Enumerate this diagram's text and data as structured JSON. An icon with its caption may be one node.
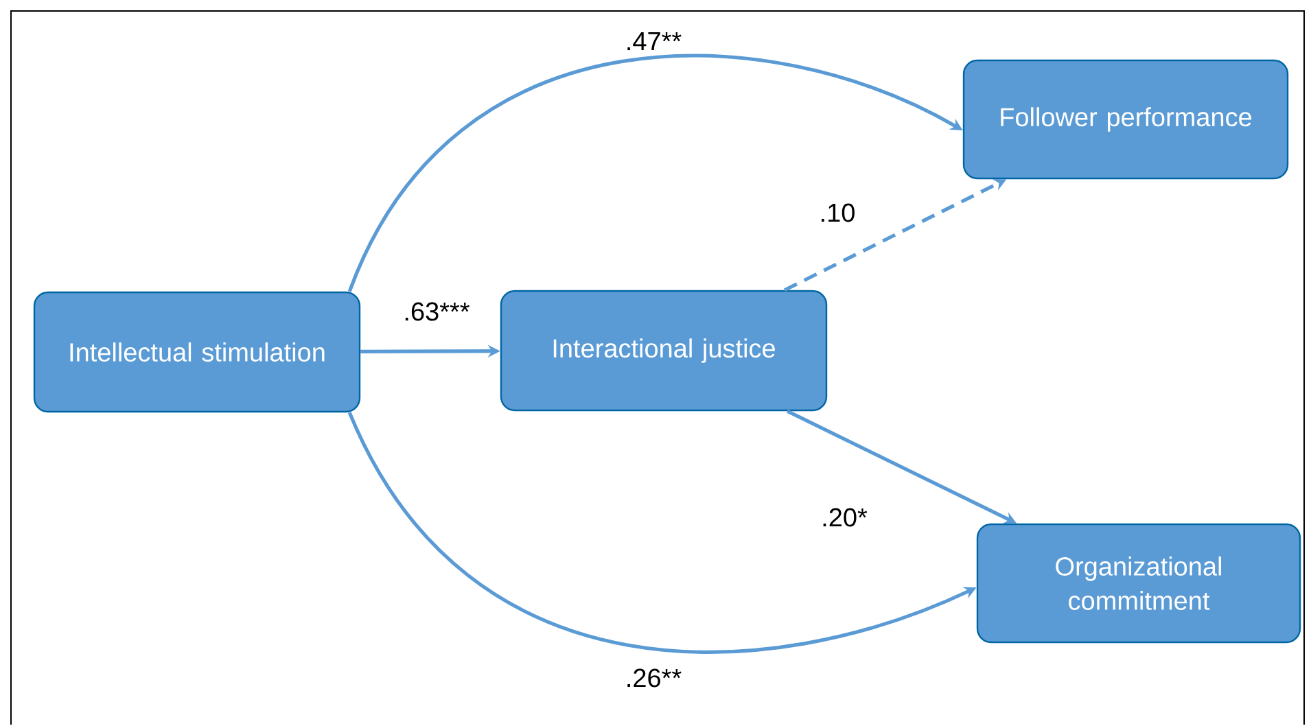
{
  "diagram": {
    "nodes": [
      {
        "text": [
          "Intellectual stimulation"
        ]
      },
      {
        "text": [
          "Interactional justice"
        ]
      },
      {
        "text": [
          "Follower performance"
        ]
      },
      {
        "text": [
          "Organizational commitment"
        ]
      }
    ],
    "edges": [
      {
        "from": 0,
        "to": 1,
        "arrow": "to",
        "label": ".63***"
      },
      {
        "from": 0,
        "to": 2,
        "arrow": "to",
        "label": ".47**"
      },
      {
        "from": 1,
        "to": 2,
        "arrow": "to",
        "label": ".10",
        "style": "dashed"
      },
      {
        "from": 1,
        "to": 3,
        "arrow": "to",
        "label": ".20*"
      },
      {
        "from": 0,
        "to": 3,
        "arrow": "to",
        "label": ".26**"
      }
    ]
  }
}
